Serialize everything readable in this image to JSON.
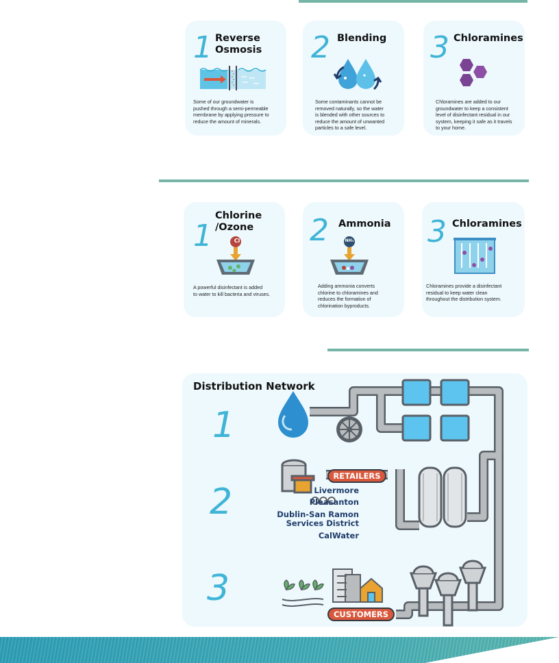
{
  "treatment": {
    "cards": [
      {
        "num": "1",
        "title_line1": "Reverse",
        "title_line2": "Osmosis",
        "icon": "reverse-osmosis-membrane-icon",
        "lines": [
          "Some of our groundwater is",
          "pushed through a semi-permeable",
          "membrane by applying pressure to",
          "reduce the amount of minerals."
        ]
      },
      {
        "num": "2",
        "title_line1": "Blending",
        "title_line2": "",
        "icon": "water-drops-blending-icon",
        "lines": [
          "Some contaminants cannot be",
          "removed naturally, so the water",
          "is blended with other sources to",
          "reduce the amount of unwanted",
          "particles to a safe level."
        ]
      },
      {
        "num": "3",
        "title_line1": "Chloramines",
        "title_line2": "",
        "icon": "hexagon-molecules-icon",
        "lines": [
          "Chloramines are added to our",
          "groundwater to keep a consistent",
          "level of disinfectant residual in our",
          "system, keeping it safe as it travels",
          "to your home."
        ]
      }
    ]
  },
  "disinfection": {
    "cards": [
      {
        "num": "1",
        "title_line1": "Chlorine",
        "title_line2": "/Ozone",
        "icon": "chlorine-basin-icon",
        "badge": "Cl",
        "lines": [
          "A powerful disinfectant is added",
          "to water to kill bacteria and viruses."
        ]
      },
      {
        "num": "2",
        "title_line1": "Ammonia",
        "title_line2": "",
        "icon": "ammonia-basin-icon",
        "badge": "NH₃",
        "lines": [
          "Adding ammonia converts",
          "chlorine to chloramines and",
          "reduces the formation of",
          "chlorination byproducts."
        ]
      },
      {
        "num": "3",
        "title_line1": "Chloramines",
        "title_line2": "",
        "icon": "chloramine-tank-icon",
        "lines": [
          "Chloramines provide a disinfectant",
          "residual to keep water clean",
          "throughout the distribution system."
        ]
      }
    ]
  },
  "distribution": {
    "title": "Distribution Network",
    "steps": [
      "1",
      "2",
      "3"
    ],
    "retailers_label": "RETAILERS",
    "retailers": [
      "Livermore",
      "Pleasanton",
      "Dublin-San Ramon",
      "Services District",
      "CalWater"
    ],
    "customers_label": "CUSTOMERS"
  },
  "colors": {
    "accent_rule": "#74b5a6",
    "card_bg": "#eef9fd",
    "number_blue": "#3fb4d6",
    "pill_red": "#d9583d",
    "retailer_navy": "#1f3d6b",
    "pipe_gray": "#b8bcbf"
  }
}
